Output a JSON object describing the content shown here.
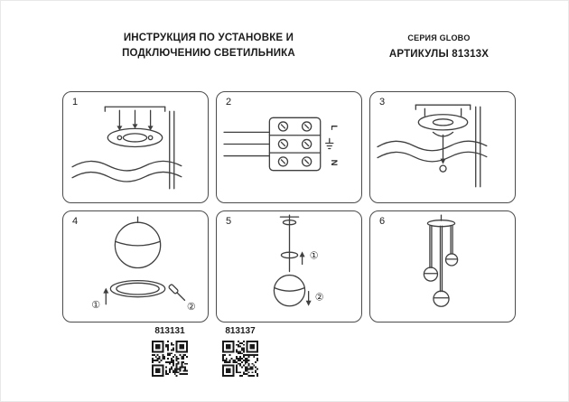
{
  "header": {
    "title_line1": "ИНСТРУКЦИЯ ПО УСТАНОВКЕ И",
    "title_line2": "ПОДКЛЮЧЕНИЮ СВЕТИЛЬНИКА",
    "series": "СЕРИЯ GLOBO",
    "articles": "АРТИКУЛЫ 81313X"
  },
  "panels": [
    {
      "number": "1"
    },
    {
      "number": "2",
      "labels": {
        "l": "L",
        "n": "N"
      }
    },
    {
      "number": "3"
    },
    {
      "number": "4",
      "steps": [
        "①",
        "②"
      ]
    },
    {
      "number": "5",
      "steps": [
        "①",
        "②"
      ]
    },
    {
      "number": "6"
    }
  ],
  "qr_codes": [
    {
      "label": "813131"
    },
    {
      "label": "813137"
    }
  ],
  "colors": {
    "stroke": "#3f3f3f",
    "panel_border": "#4b4b4b",
    "text": "#1c1c1c"
  }
}
